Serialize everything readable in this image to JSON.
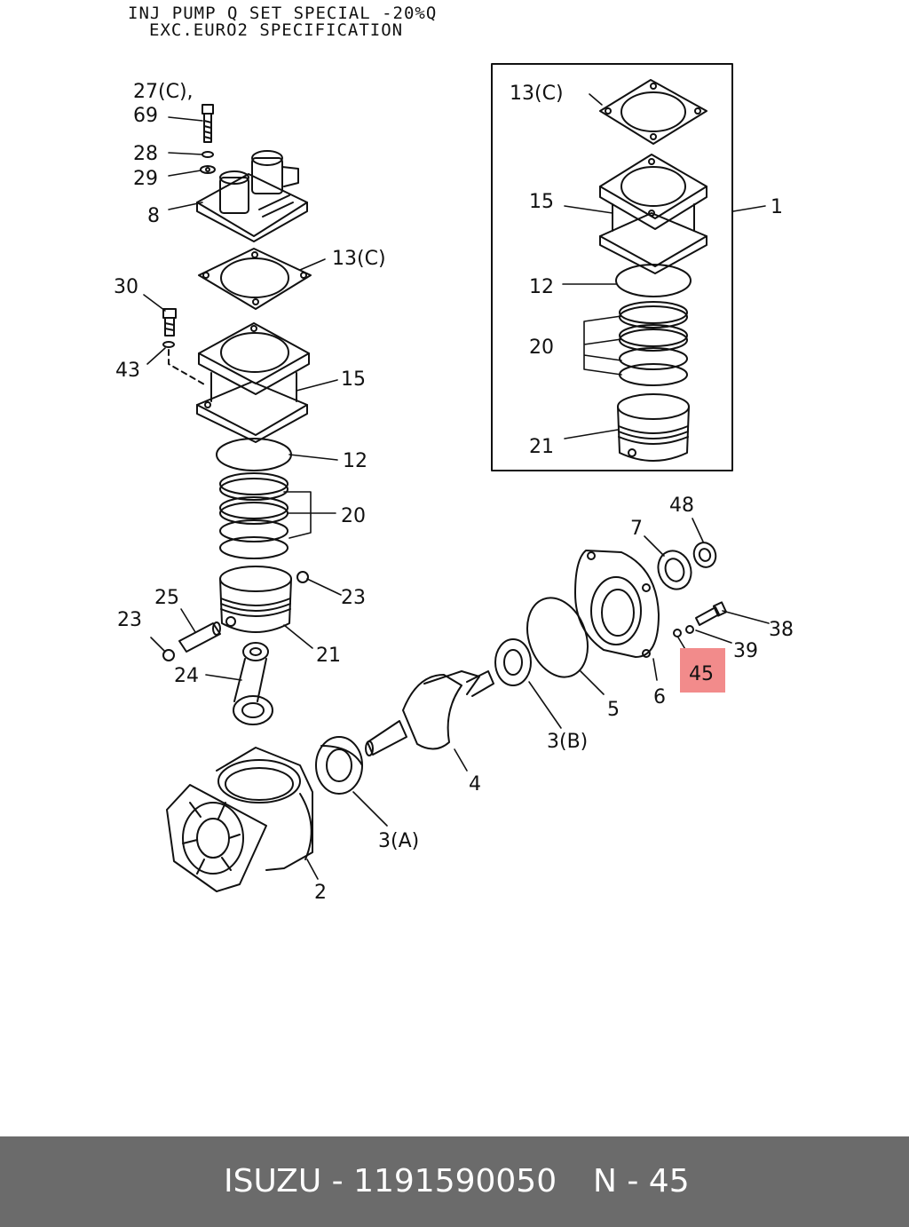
{
  "title": {
    "line1": "INJ PUMP Q SET SPECIAL -20%Q",
    "line2": "EXC.EURO2 SPECIFICATION"
  },
  "callouts": {
    "c27": "27(C),",
    "c69": "69",
    "c28": "28",
    "c29": "29",
    "c8": "8",
    "c13c_main": "13(C)",
    "c30": "30",
    "c43": "43",
    "c15_main": "15",
    "c12_main": "12",
    "c20_main": "20",
    "c23_right": "23",
    "c25": "25",
    "c23_left": "23",
    "c21_main": "21",
    "c24": "24",
    "c13c_inset": "13(C)",
    "c15_inset": "15",
    "c1": "1",
    "c12_inset": "12",
    "c20_inset": "20",
    "c21_inset": "21",
    "c48": "48",
    "c7": "7",
    "c38": "38",
    "c39": "39",
    "c45": "45",
    "c6": "6",
    "c5": "5",
    "c3b": "3(B)",
    "c4": "4",
    "c3a": "3(A)",
    "c2": "2"
  },
  "highlight_color": "#f28b8b",
  "footer": {
    "brand": "ISUZU - 1191590050",
    "ref": "N - 45"
  }
}
